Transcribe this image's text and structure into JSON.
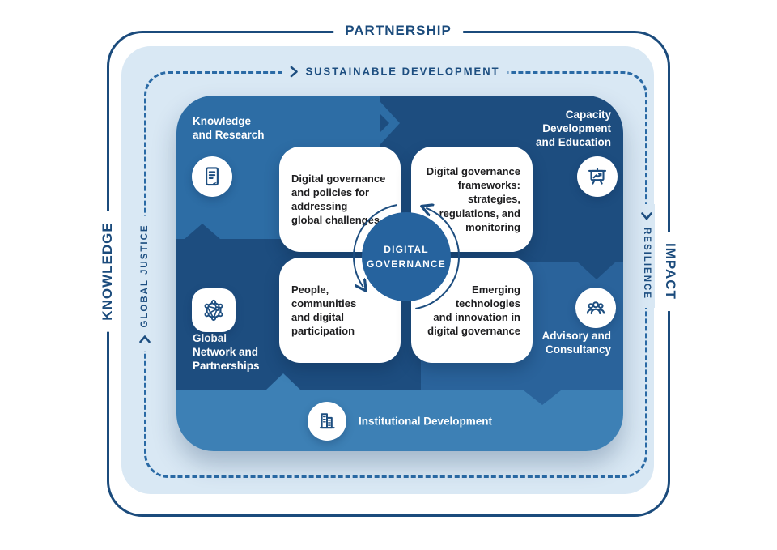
{
  "frame": {
    "top_label": "PARTNERSHIP",
    "left_label": "KNOWLEDGE",
    "right_label": "IMPACT"
  },
  "flow": {
    "top_label": "SUSTAINABLE DEVELOPMENT",
    "left_label": "GLOBAL JUSTICE",
    "right_label": "RESILIENCE"
  },
  "center": {
    "label": "DIGITAL\nGOVERNANCE"
  },
  "quadrants": [
    {
      "id": "knowledge-and-research",
      "label": "Knowledge\nand Research",
      "icon": "document-icon",
      "card": "Digital governance\nand policies for\naddressing\nglobal challenges"
    },
    {
      "id": "capacity-development-and-education",
      "label": "Capacity\nDevelopment\nand Education",
      "icon": "presentation-icon",
      "card": "Digital governance\nframeworks:\nstrategies,\nregulations, and\nmonitoring"
    },
    {
      "id": "global-network-and-partnerships",
      "label": "Global\nNetwork and\nPartnerships",
      "icon": "network-icon",
      "card": "People,\ncommunities\nand digital\nparticipation"
    },
    {
      "id": "advisory-and-consultancy",
      "label": "Advisory and\nConsultancy",
      "icon": "people-icon",
      "card": "Emerging\ntechnologies\nand innovation in\ndigital governance"
    }
  ],
  "bottom_band": {
    "label": "Institutional Development",
    "icon": "buildings-icon"
  },
  "colors": {
    "frame_navy": "#1b4b7c",
    "light_blue_bg": "#d9e8f4",
    "dashed_blue": "#2a6aa5",
    "quadrant_medium_blue": "#2d6da5",
    "quadrant_dark_navy": "#1d4d7f",
    "quadrant_steel_blue": "#2a639b",
    "bottom_band_blue": "#3d80b5",
    "center_circle_blue": "#26639e",
    "icon_stroke_navy": "#1d4e80",
    "card_text": "#1d1d1f"
  }
}
